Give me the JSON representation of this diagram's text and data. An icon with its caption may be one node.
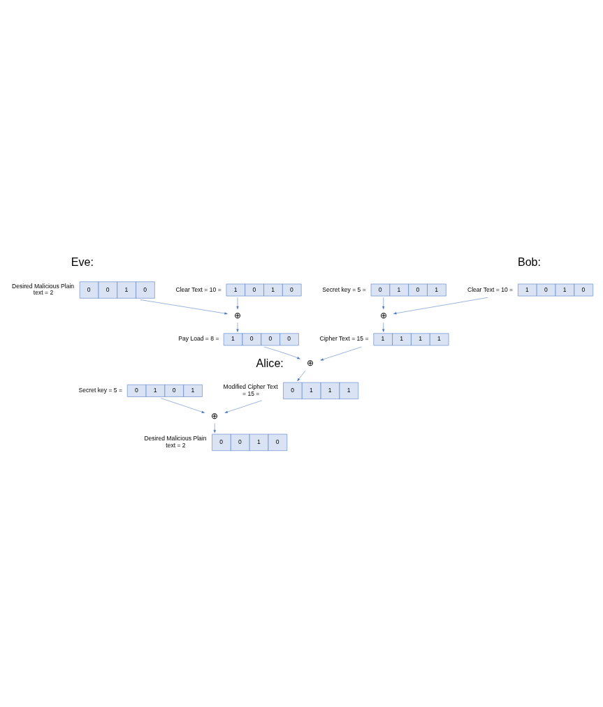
{
  "diagram": {
    "nodes": [
      {
        "text": [
          "1",
          "0",
          "1",
          "0"
        ],
        "beside": [
          "Clear Text = 10 ="
        ]
      },
      {
        "text": [
          "0",
          "1",
          "0",
          "1"
        ],
        "beside": [
          "Secret key = 5 ="
        ]
      },
      {
        "text": [
          "1",
          "1",
          "1",
          "1"
        ],
        "beside": [
          "Cipher Text = 15 ="
        ]
      },
      {
        "text": [
          "⊕"
        ]
      },
      {
        "text": [
          "0",
          "0",
          "1",
          "0"
        ],
        "beside": [
          "Desired Malicious Plain text = 2"
        ]
      },
      {
        "text": [
          "1",
          "0",
          "1",
          "0"
        ],
        "beside": [
          "Clear Text = 10 ="
        ]
      },
      {
        "text": [
          "1",
          "0",
          "0",
          "0"
        ],
        "beside": [
          "Pay Load = 8 ="
        ]
      },
      {
        "text": [
          "⊕"
        ]
      },
      {
        "text": [
          "⊕"
        ]
      },
      {
        "text": [
          "0",
          "1",
          "1",
          "1"
        ],
        "beside": [
          "Modified Cipher Text = 15 ="
        ]
      },
      {
        "text": [
          "0",
          "1",
          "0",
          "1"
        ],
        "beside": [
          "Secret key = 5 ="
        ]
      },
      {
        "text": [
          "⊕"
        ]
      },
      {
        "text": [
          "0",
          "0",
          "1",
          "0"
        ],
        "beside": [
          "Desired Malicious Plain text = 2"
        ]
      }
    ],
    "edges": [
      {
        "from": 0,
        "to": 3,
        "arrow": "to"
      },
      {
        "from": 1,
        "to": 3,
        "arrow": "to"
      },
      {
        "from": 3,
        "to": 2,
        "arrow": "to"
      },
      {
        "from": 2,
        "to": 8,
        "arrow": "to"
      },
      {
        "from": 4,
        "to": 7,
        "arrow": "to"
      },
      {
        "from": 5,
        "to": 7,
        "arrow": "to"
      },
      {
        "from": 7,
        "to": 6,
        "arrow": "to"
      },
      {
        "from": 6,
        "to": 8,
        "arrow": "to"
      },
      {
        "from": 8,
        "to": 9,
        "arrow": "to"
      },
      {
        "from": 9,
        "to": 11,
        "arrow": "to"
      },
      {
        "from": 10,
        "to": 11,
        "arrow": "to"
      },
      {
        "from": 11,
        "to": 12,
        "arrow": "to"
      }
    ],
    "labels": [
      "Bob:",
      "Eve:",
      "Alice:"
    ]
  }
}
